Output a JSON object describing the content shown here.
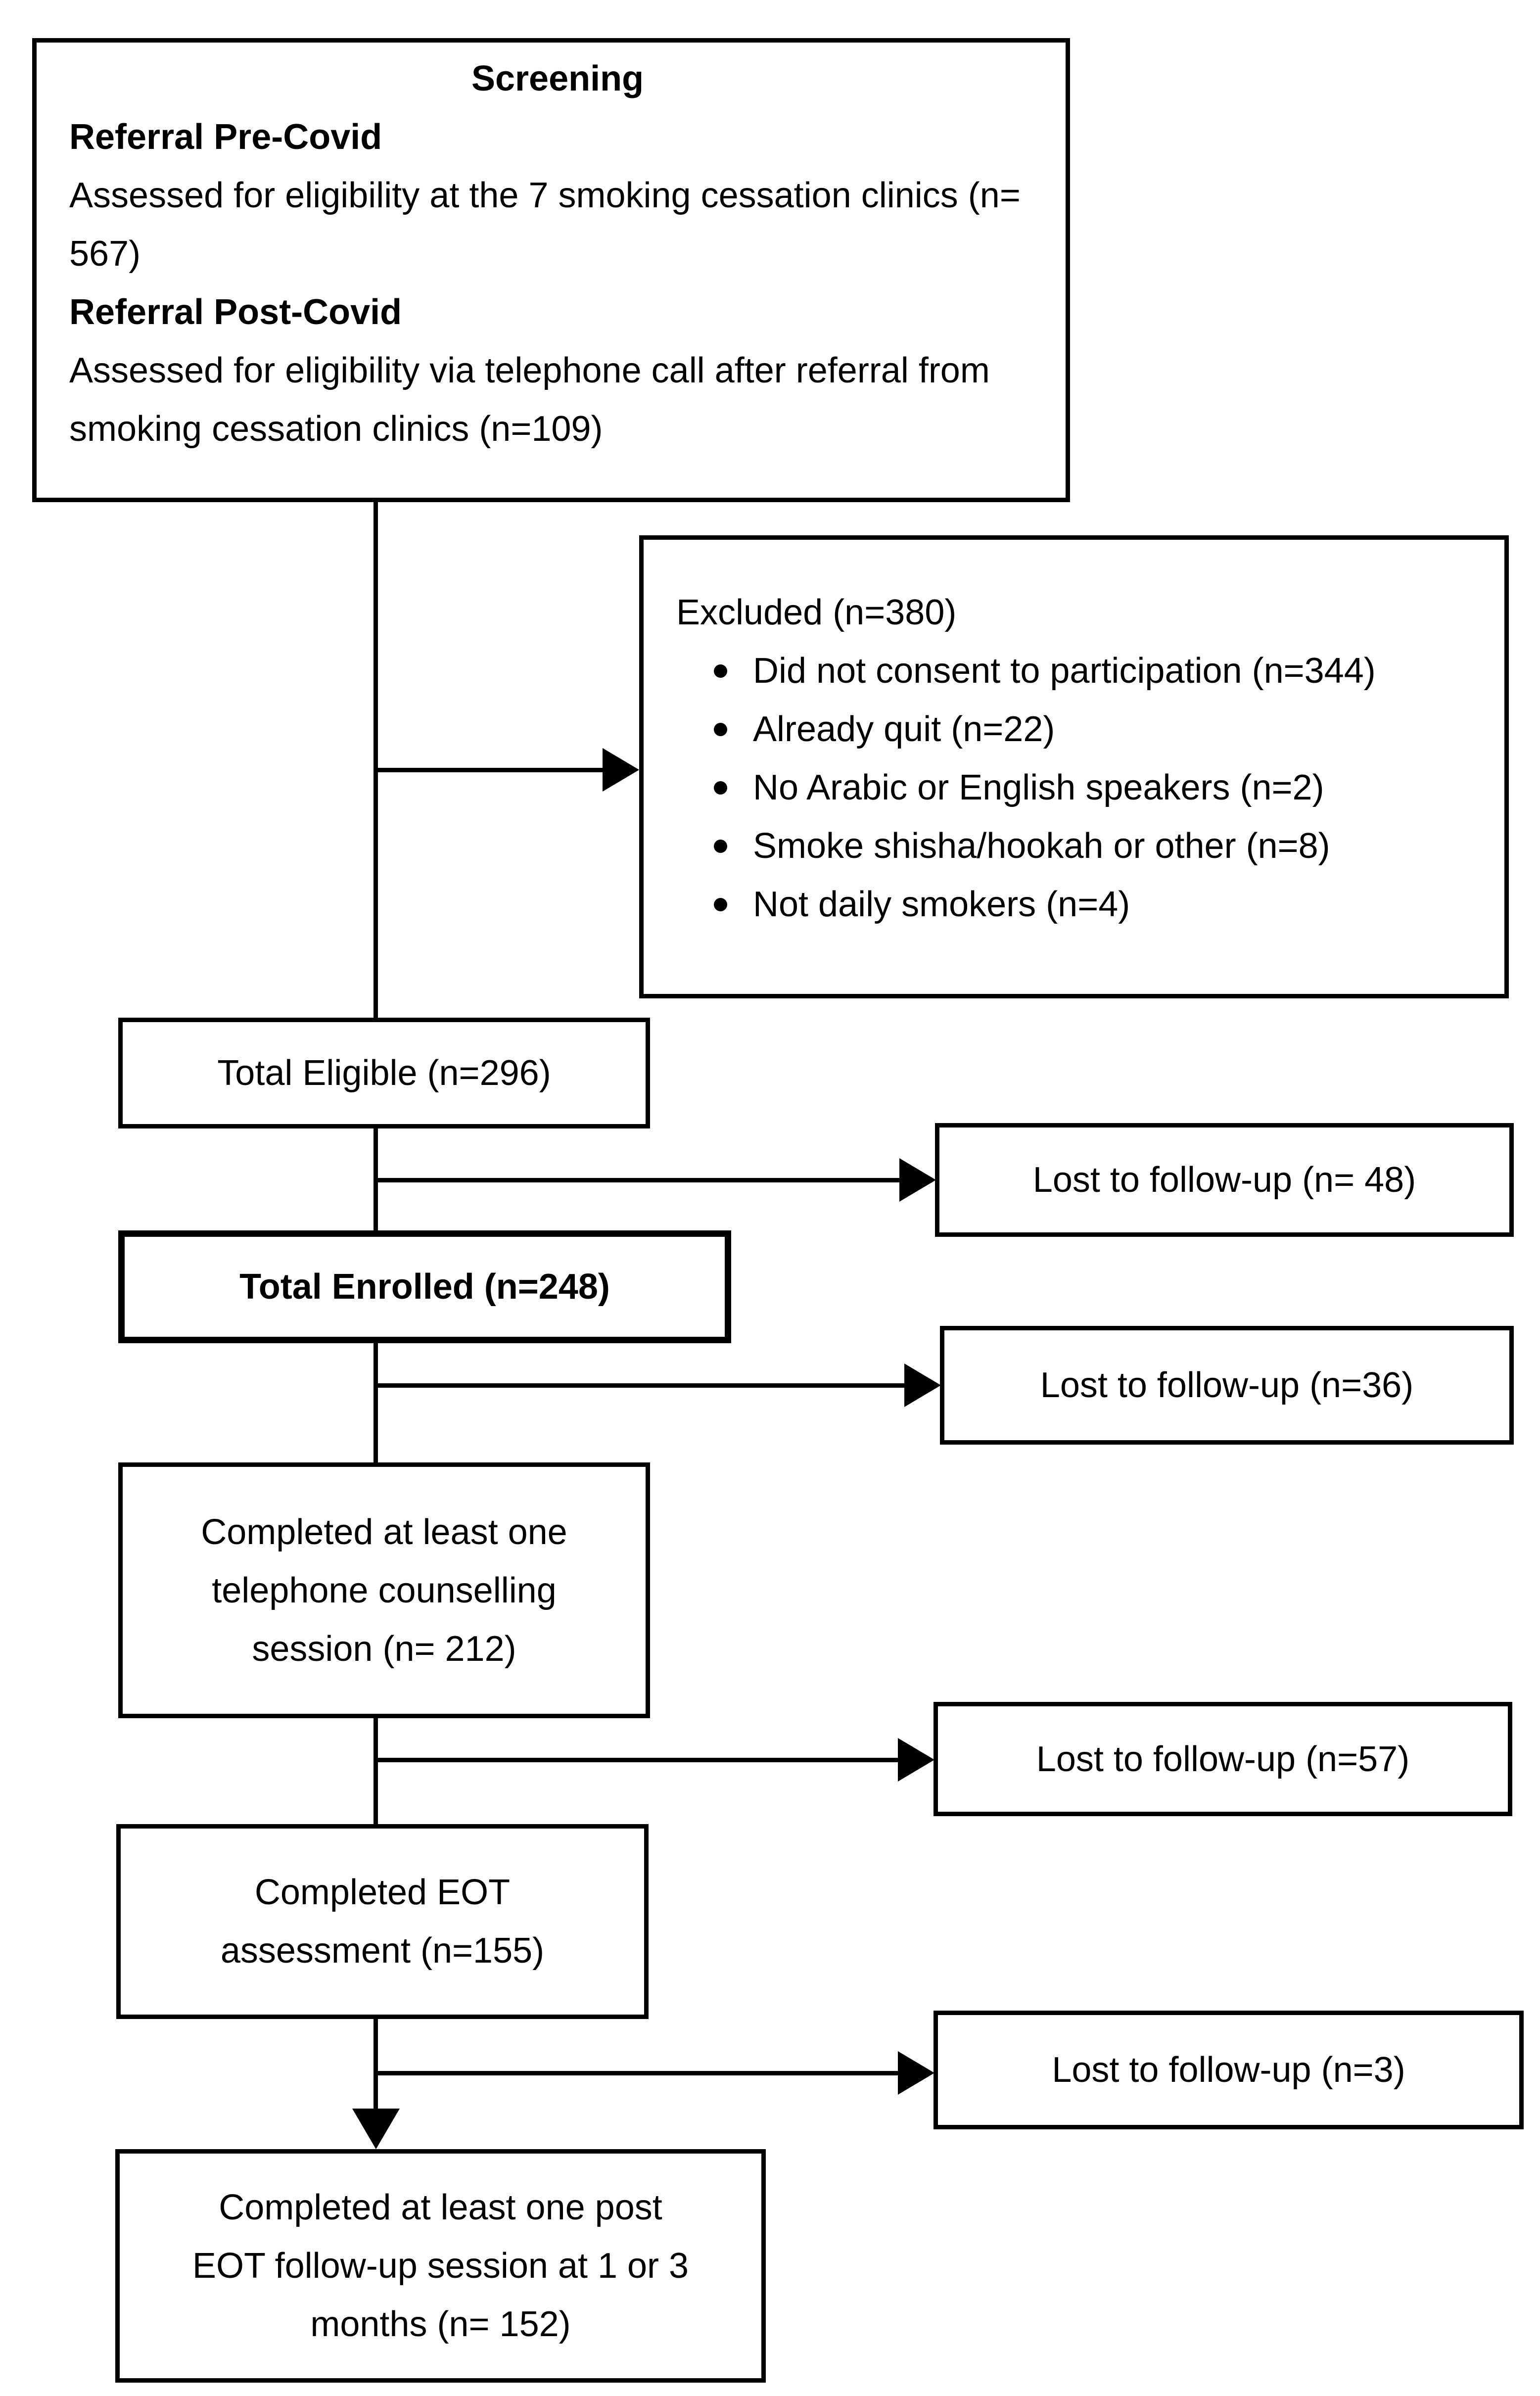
{
  "figure": {
    "screening": {
      "title": "Screening",
      "pre_covid_heading": "Referral Pre-Covid",
      "pre_covid_text": "Assessed for eligibility at the 7 smoking cessation clinics (n= 567)",
      "post_covid_heading": "Referral Post-Covid",
      "post_covid_text": "Assessed for eligibility via telephone call after referral from smoking cessation clinics (n=109)"
    },
    "excluded": {
      "title": "Excluded (n=380)",
      "items": [
        "Did not consent to participation (n=344)",
        "Already quit (n=22)",
        "No Arabic or English speakers (n=2)",
        "Smoke shisha/hookah or other (n=8)",
        "Not daily smokers (n=4)"
      ]
    },
    "total_eligible": {
      "label": "Total Eligible (n=296)"
    },
    "lost_to_followup_1": {
      "label": "Lost to follow-up (n= 48)"
    },
    "total_enrolled": {
      "label": "Total Enrolled (n=248)"
    },
    "lost_to_followup_2": {
      "label": "Lost to follow-up (n=36)"
    },
    "completed_counselling": {
      "lines": [
        "Completed at least one",
        "telephone counselling",
        "session (n= 212)"
      ]
    },
    "lost_to_followup_3": {
      "label": "Lost to follow-up (n=57)"
    },
    "completed_eot": {
      "lines": [
        "Completed EOT",
        "assessment (n=155)"
      ]
    },
    "lost_to_followup_4": {
      "label": "Lost to follow-up (n=3)"
    },
    "completed_post_eot": {
      "lines": [
        "Completed at least one post",
        "EOT follow-up session at 1 or 3",
        "months (n= 152)"
      ]
    }
  }
}
